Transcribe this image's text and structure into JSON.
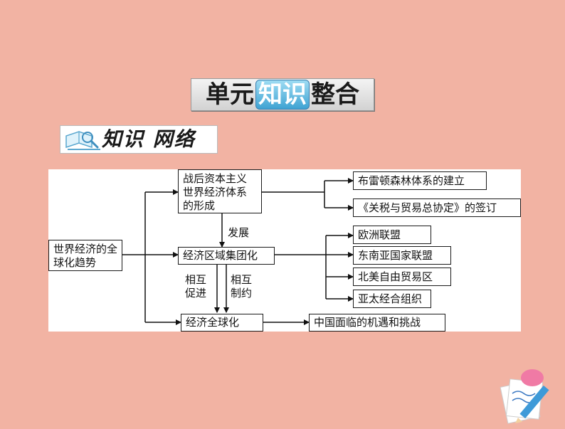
{
  "title": {
    "part1": "单元",
    "highlight": "知识",
    "part2": "整合"
  },
  "subtitle": "知识 网络",
  "diagram": {
    "root": "世界经济的全球化趋势",
    "top_node": "战后资本主义世界经济体系的形成",
    "top_children": [
      "布雷顿森林体系的建立",
      "《关税与贸易总协定》的签订"
    ],
    "middle_node": "经济区域集团化",
    "middle_children": [
      "欧洲联盟",
      "东南亚国家联盟",
      "北美自由贸易区",
      "亚太经合组织"
    ],
    "bottom_node": "经济全球化",
    "bottom_child": "中国面临的机遇和挑战",
    "edge_develop": "发展",
    "edge_promote": "相互促进",
    "edge_restrict": "相互制约"
  },
  "colors": {
    "background": "#f2b3a3",
    "panel": "#ffffff",
    "highlight_blue": "#3fa3d3"
  }
}
